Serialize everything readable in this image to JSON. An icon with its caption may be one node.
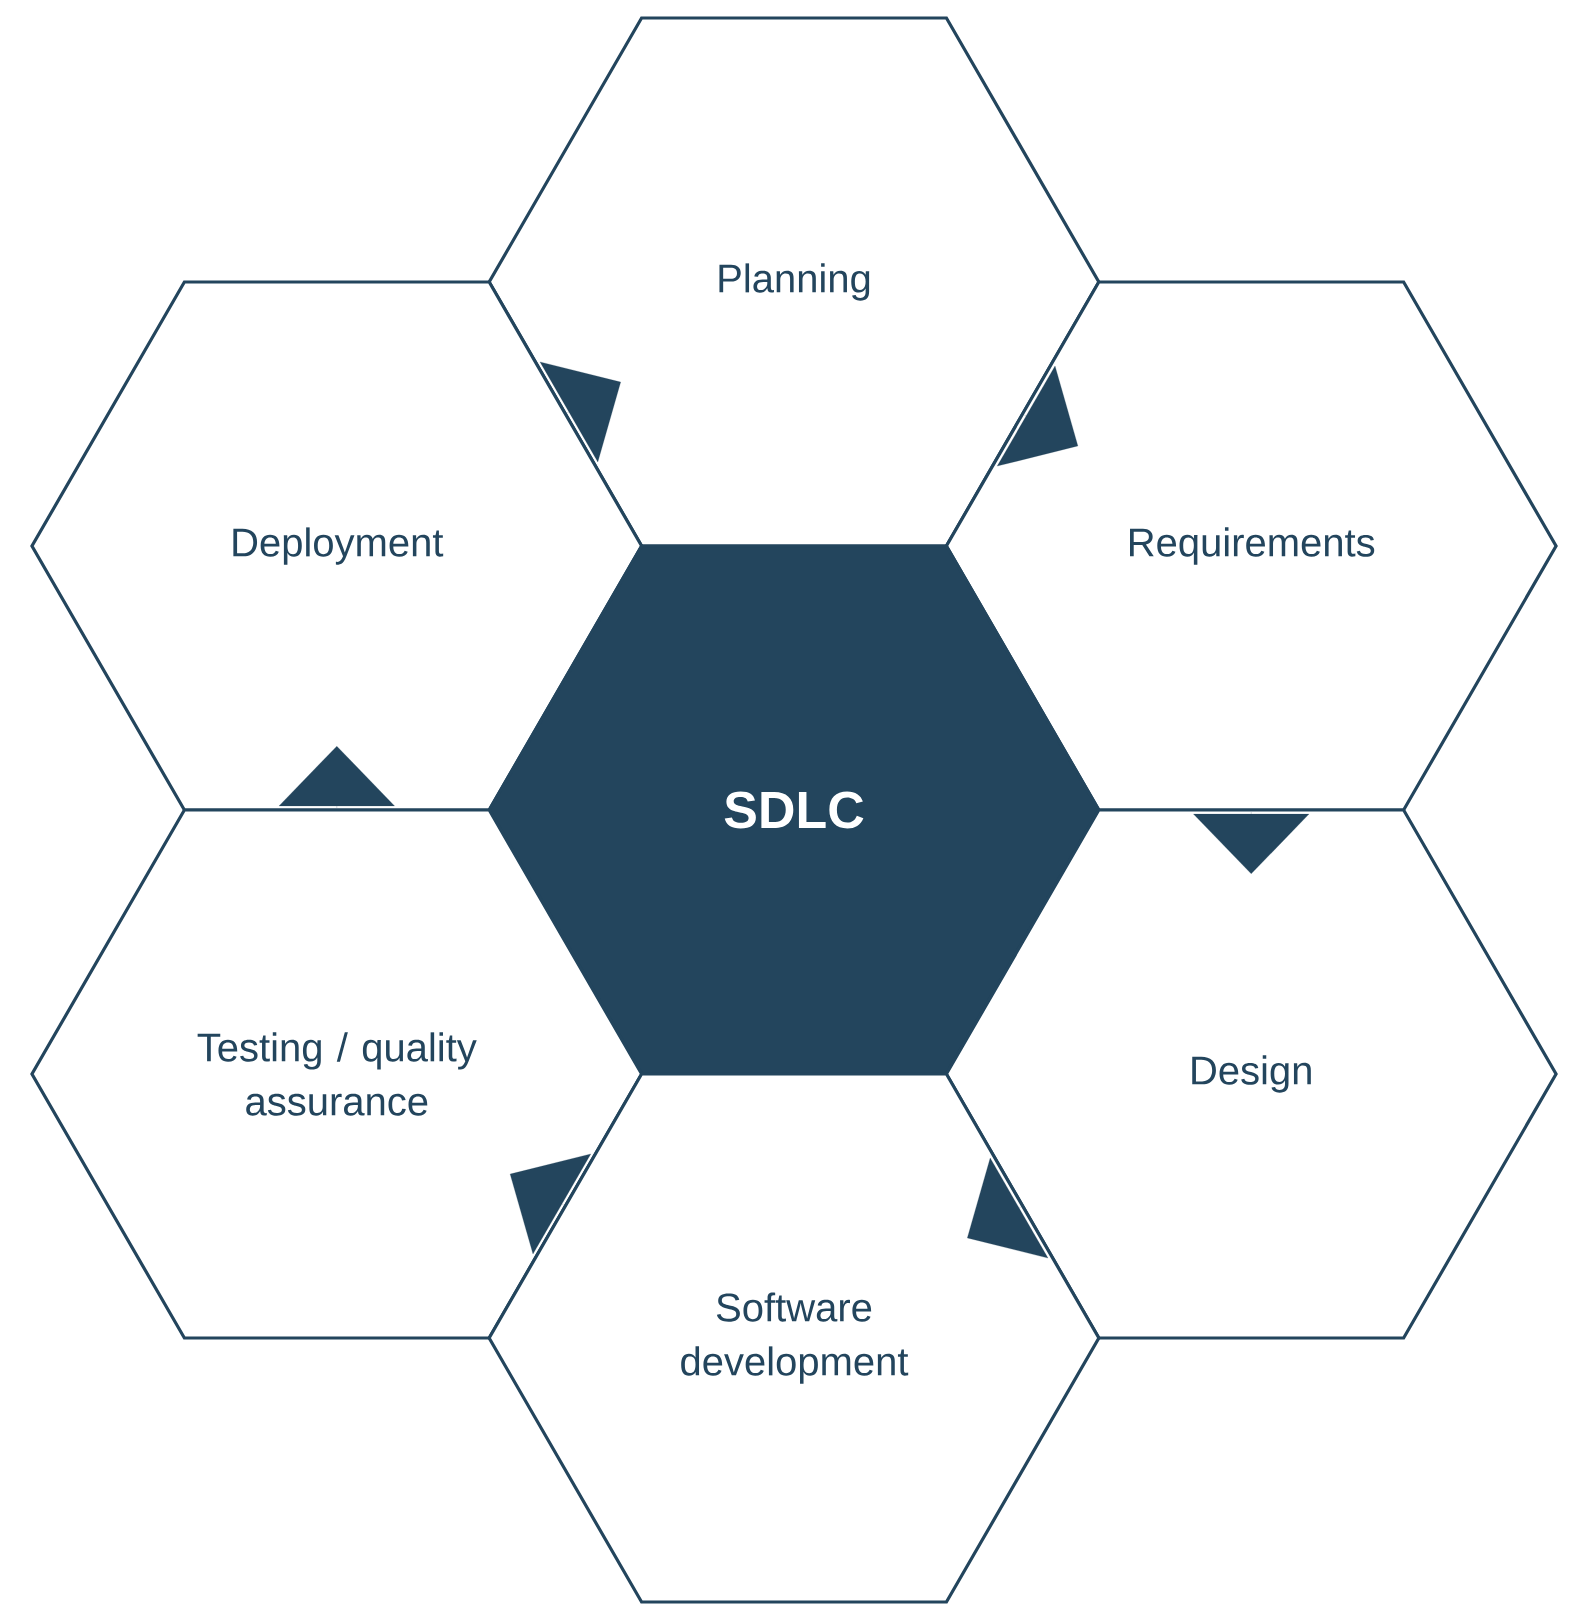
{
  "diagram": {
    "nodes": [
      {
        "text": [
          "Planning"
        ]
      },
      {
        "text": [
          "Deployment"
        ]
      },
      {
        "text": [
          "Requirements"
        ]
      },
      {
        "text": [
          "SDLC"
        ]
      },
      {
        "text": [
          "Testing / quality assurance"
        ]
      },
      {
        "text": [
          "Design"
        ]
      },
      {
        "text": [
          "Software development"
        ]
      }
    ],
    "edges": [
      {
        "from": 0,
        "to": 2,
        "arrow": "to"
      },
      {
        "from": 2,
        "to": 5,
        "arrow": "to"
      },
      {
        "from": 5,
        "to": 6,
        "arrow": "to"
      },
      {
        "from": 6,
        "to": 4,
        "arrow": "to"
      },
      {
        "from": 4,
        "to": 1,
        "arrow": "to"
      },
      {
        "from": 1,
        "to": 0,
        "arrow": "to"
      }
    ]
  }
}
